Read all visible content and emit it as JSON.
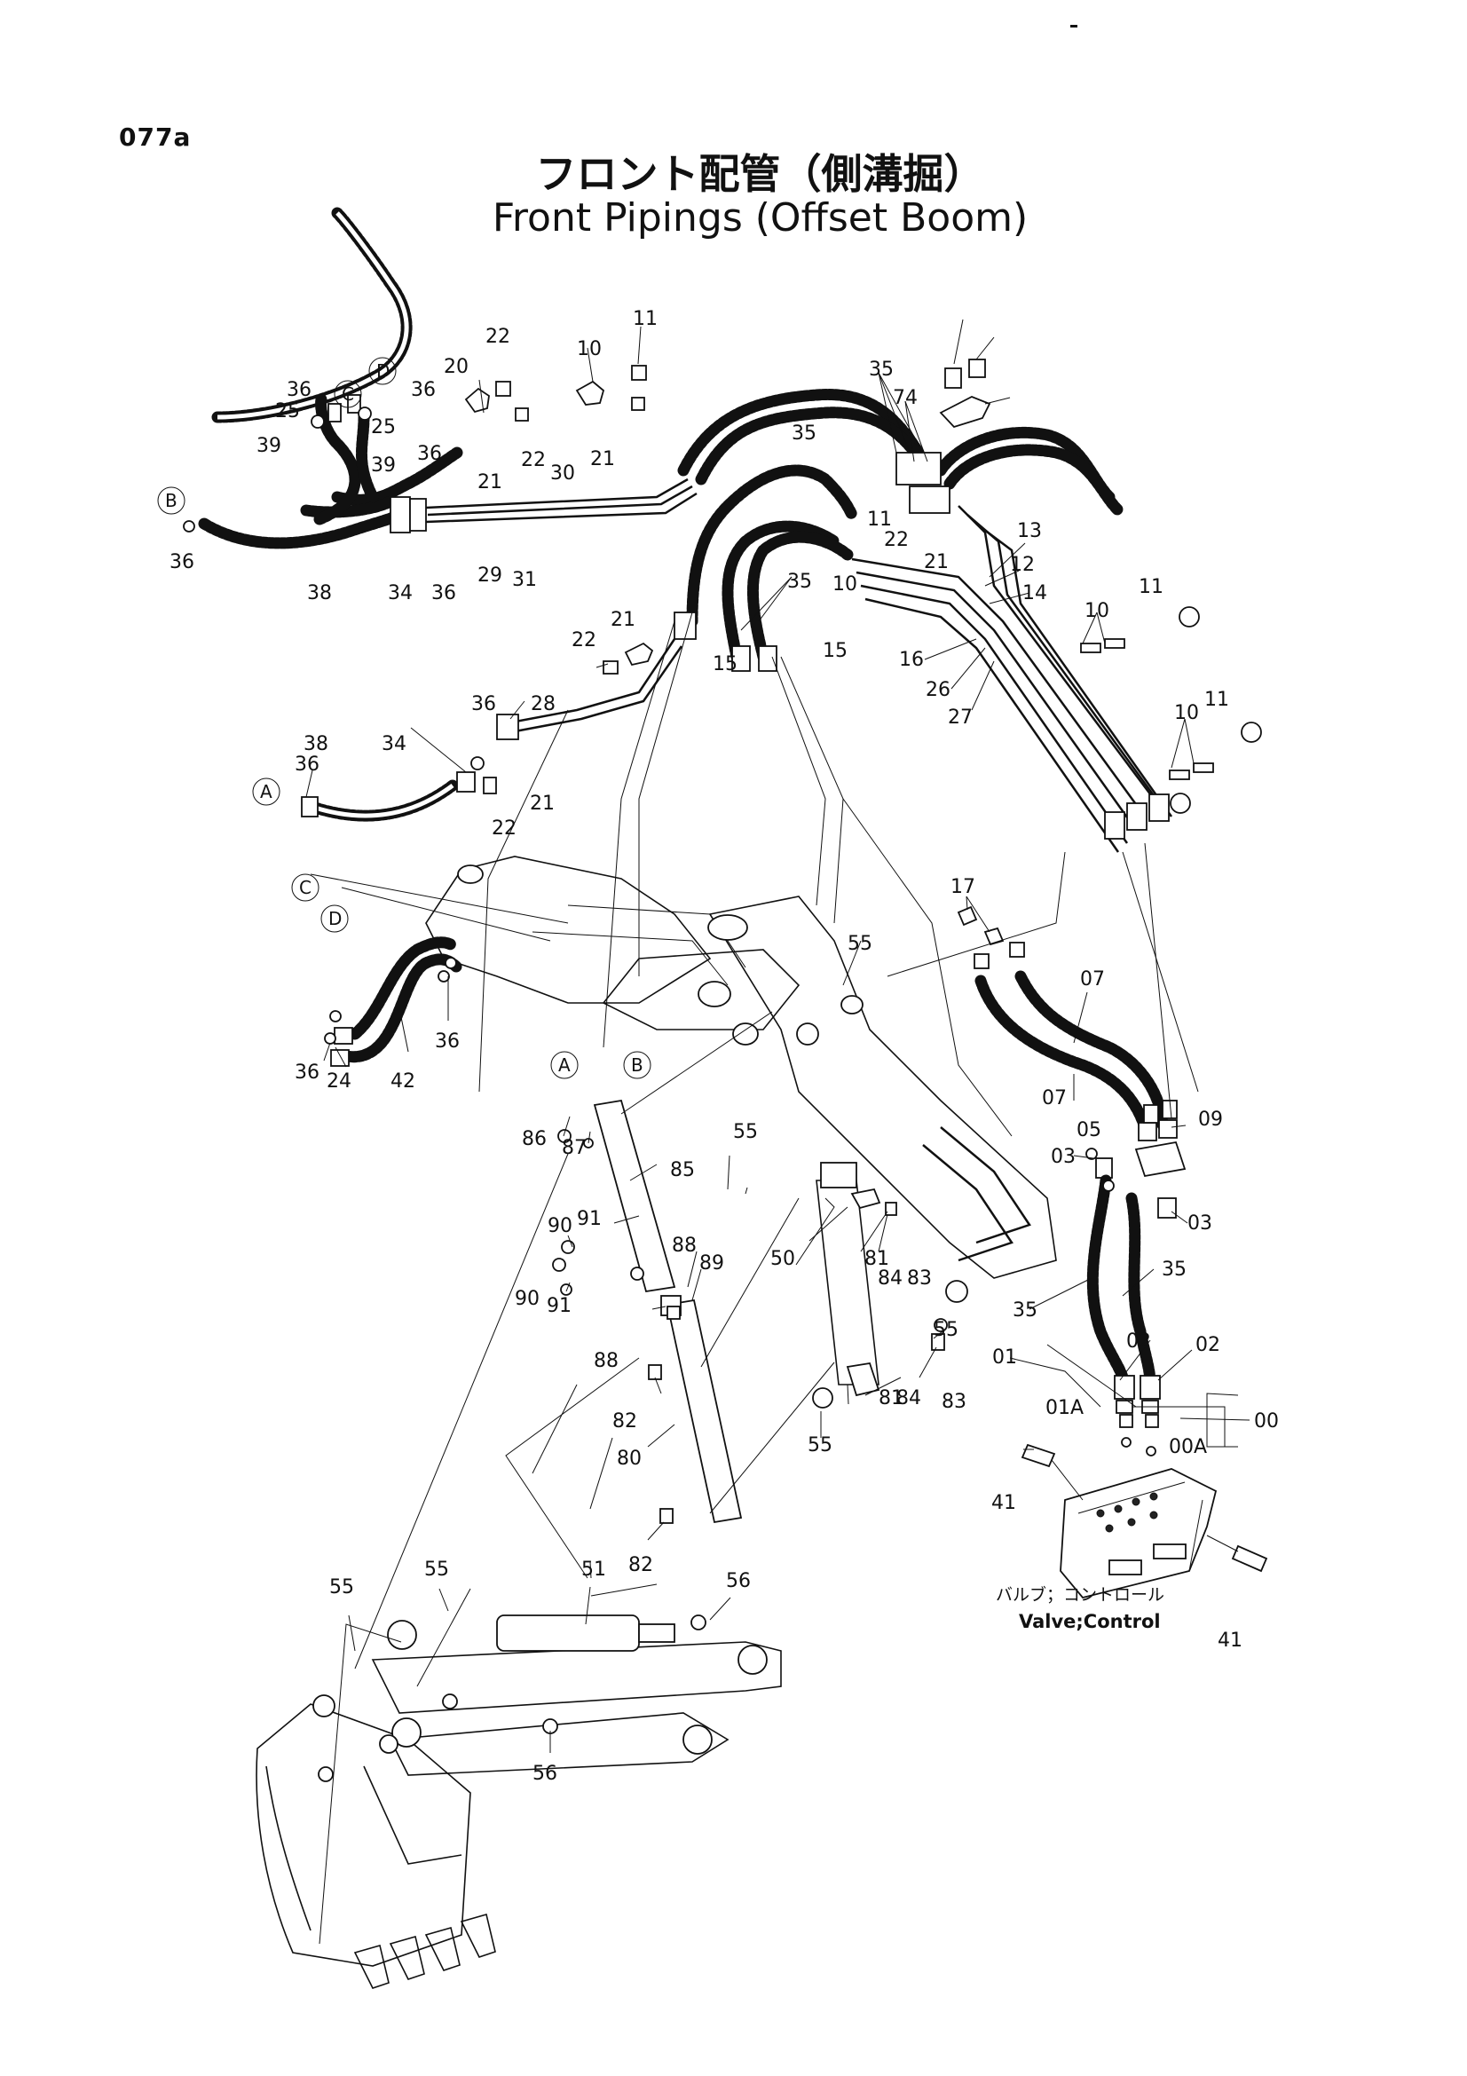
{
  "page_code": "077a",
  "title_jp": "フロント配管（側溝掘）",
  "title_en": "Front Pipings (Offset Boom)",
  "valve_label_jp": "バルブ；コントロール",
  "valve_label_en": "Valve;Control",
  "circled_refs": {
    "A": "A",
    "B": "B",
    "C": "C",
    "D": "D"
  },
  "part_callouts": [
    "11",
    "22",
    "10",
    "21",
    "20",
    "22",
    "21",
    "36",
    "25",
    "36",
    "25",
    "39",
    "39",
    "36",
    "36",
    "38",
    "34",
    "36",
    "29",
    "30",
    "31",
    "35",
    "74",
    "35",
    "11",
    "22",
    "21",
    "10",
    "15",
    "15",
    "35",
    "13",
    "12",
    "14",
    "16",
    "26",
    "27",
    "11",
    "10",
    "10",
    "11",
    "22",
    "21",
    "28",
    "36",
    "34",
    "38",
    "36",
    "21",
    "22",
    "17",
    "07",
    "07",
    "05",
    "09",
    "03",
    "03",
    "35",
    "35",
    "02",
    "02",
    "01",
    "01A",
    "00",
    "00A",
    "41",
    "41",
    "55",
    "55",
    "42",
    "24",
    "36",
    "36",
    "86",
    "87",
    "85",
    "90",
    "91",
    "88",
    "89",
    "90",
    "91",
    "88",
    "82",
    "80",
    "82",
    "50",
    "81",
    "84",
    "83",
    "55",
    "81",
    "84",
    "83",
    "55",
    "51",
    "55",
    "55",
    "56",
    "56"
  ]
}
